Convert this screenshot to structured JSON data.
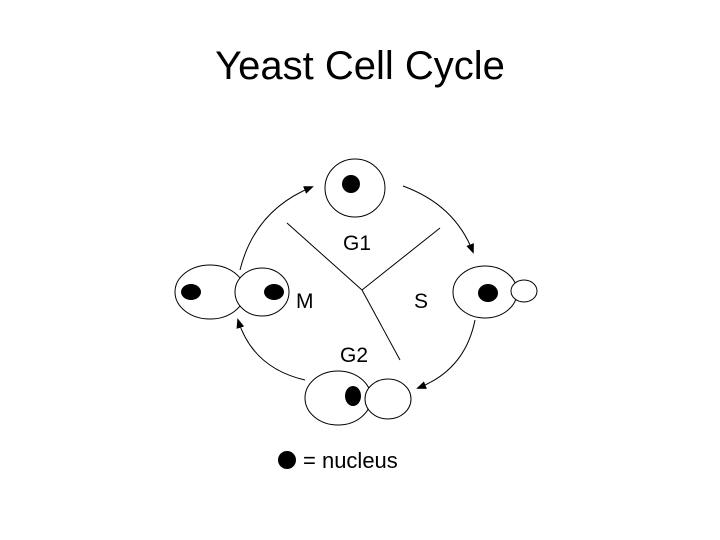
{
  "title": "Yeast Cell Cycle",
  "phases": {
    "g1": "G1",
    "s": "S",
    "g2": "G2",
    "m": "M"
  },
  "legend": {
    "text": "= nucleus"
  },
  "colors": {
    "ink": "#000000",
    "background": "#ffffff"
  }
}
